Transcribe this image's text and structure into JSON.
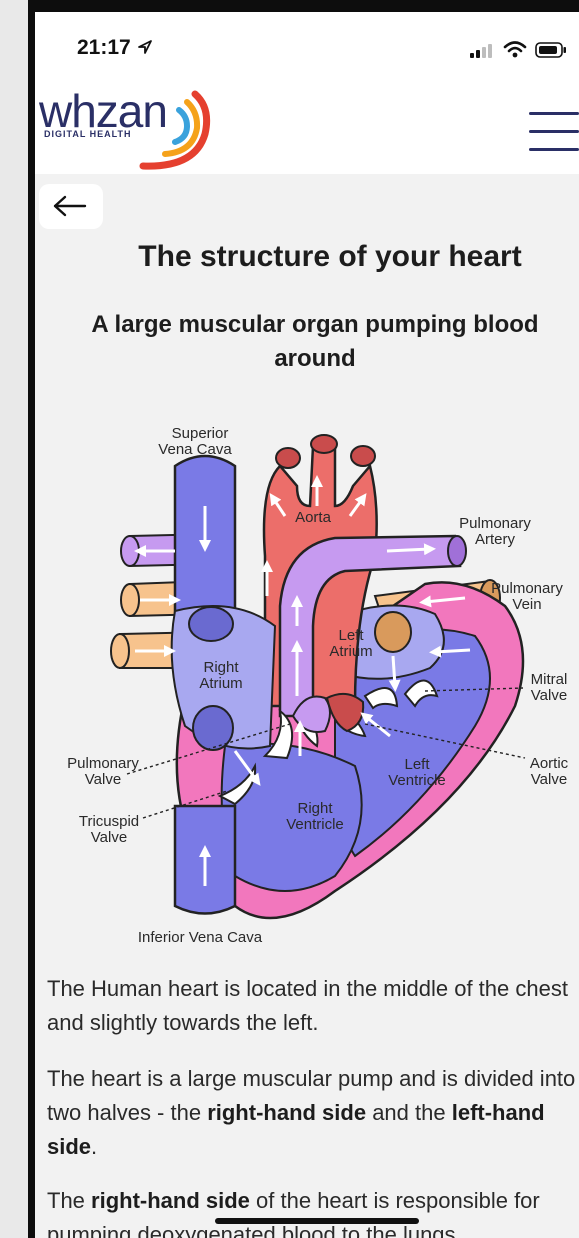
{
  "status_bar": {
    "time": "21:17"
  },
  "brand": {
    "name": "whzan",
    "tagline": "DIGITAL HEALTH"
  },
  "page": {
    "title": "The structure of your heart",
    "subtitle": "A large muscular organ pumping blood around"
  },
  "diagram_labels": {
    "superior_vena_cava_1": "Superior",
    "superior_vena_cava_2": "Vena Cava",
    "aorta": "Aorta",
    "pulmonary_artery_1": "Pulmonary",
    "pulmonary_artery_2": "Artery",
    "pulmonary_vein_1": "Pulmonary",
    "pulmonary_vein_2": "Vein",
    "left_atrium_1": "Left",
    "left_atrium_2": "Atrium",
    "right_atrium_1": "Right",
    "right_atrium_2": "Atrium",
    "mitral_valve_1": "Mitral",
    "mitral_valve_2": "Valve",
    "pulmonary_valve_1": "Pulmonary",
    "pulmonary_valve_2": "Valve",
    "left_ventricle_1": "Left",
    "left_ventricle_2": "Ventricle",
    "aortic_valve_1": "Aortic",
    "aortic_valve_2": "Valve",
    "right_ventricle_1": "Right",
    "right_ventricle_2": "Ventricle",
    "tricuspid_valve_1": "Tricuspid",
    "tricuspid_valve_2": "Valve",
    "inferior_vena_cava": "Inferior Vena Cava"
  },
  "paragraphs": {
    "p1": "The Human heart is located in the middle of the chest and slightly towards the left.",
    "p2_a": "The heart is a large muscular pump and is divided into two halves - the ",
    "p2_b": "right-hand side",
    "p2_c": " and the ",
    "p2_d": "left-hand side",
    "p2_e": ".",
    "p3_a": "The ",
    "p3_b": "right-hand side",
    "p3_c": " of the heart is responsible for pumping deoxygenated blood to the lungs."
  },
  "colors": {
    "brand_navy": "#2a2f66",
    "deoxygenated_blue": "#7a7ae6",
    "oxygenated_red": "#ec6e6a",
    "pulmonary_artery_lilac": "#c69af0",
    "pulmonary_vein_orange": "#f7c38d",
    "heart_wall_pink": "#f277bd"
  }
}
